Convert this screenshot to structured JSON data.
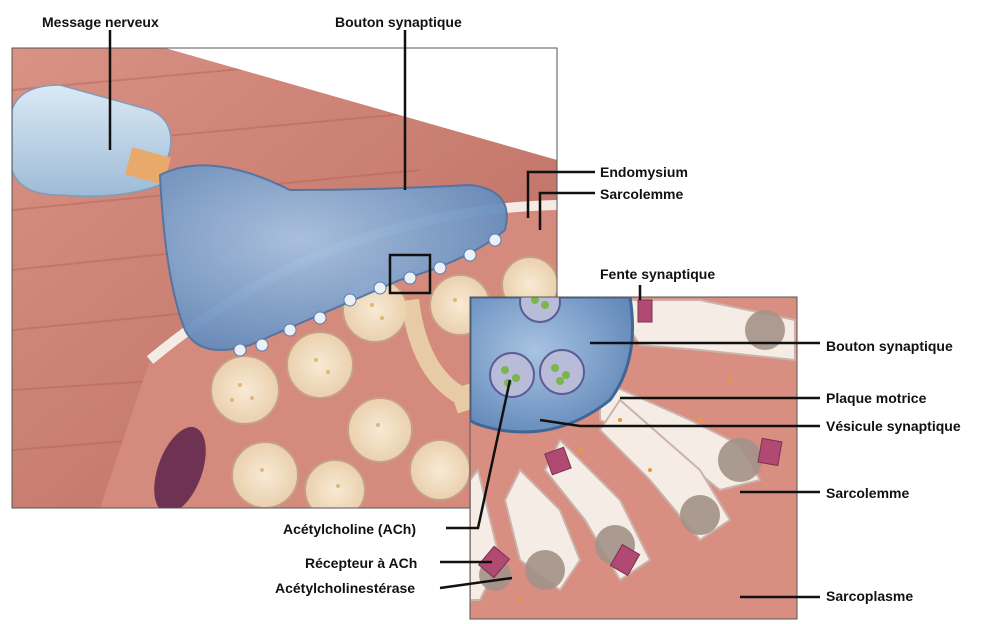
{
  "labels": {
    "message_nerveux": "Message nerveux",
    "bouton_top": "Bouton synaptique",
    "endomysium": "Endomysium",
    "sarcolemme_top": "Sarcolemme",
    "fente": "Fente synaptique",
    "bouton_right": "Bouton synaptique",
    "plaque": "Plaque motrice",
    "vesicule": "Vésicule synaptique",
    "sarcolemme_right": "Sarcolemme",
    "sarcoplasme": "Sarcoplasme",
    "ach": "Acétylcholine (ACh)",
    "recepteur": "Récepteur à ACh",
    "achesterase": "Acétylcholinestérase"
  },
  "colors": {
    "muscle": "#c98072",
    "muscle_dark": "#a95c51",
    "nerve": "#a9c6de",
    "bouton": "#6f95c2",
    "vesicle_dot": "#7ab54e",
    "receptor": "#b04a72",
    "fiber_end": "#f2dfc2"
  }
}
